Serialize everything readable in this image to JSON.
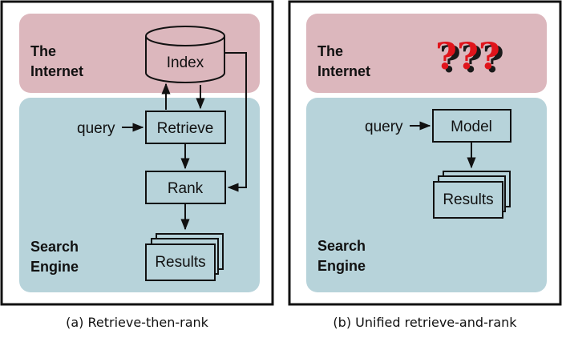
{
  "panel_a": {
    "internet_line1": "The",
    "internet_line2": "Internet",
    "index": "Index",
    "query": "query",
    "retrieve": "Retrieve",
    "rank": "Rank",
    "results": "Results",
    "engine_line1": "Search",
    "engine_line2": "Engine",
    "caption": "(a) Retrieve-then-rank"
  },
  "panel_b": {
    "internet_line1": "The",
    "internet_line2": "Internet",
    "question_marks": "???",
    "query": "query",
    "model": "Model",
    "results": "Results",
    "engine_line1": "Search",
    "engine_line2": "Engine",
    "caption": "(b) Unified retrieve-and-rank"
  },
  "colors": {
    "internet_bg": "#dcb7bd",
    "engine_bg": "#b7d3da",
    "question_red": "#e0141b"
  }
}
